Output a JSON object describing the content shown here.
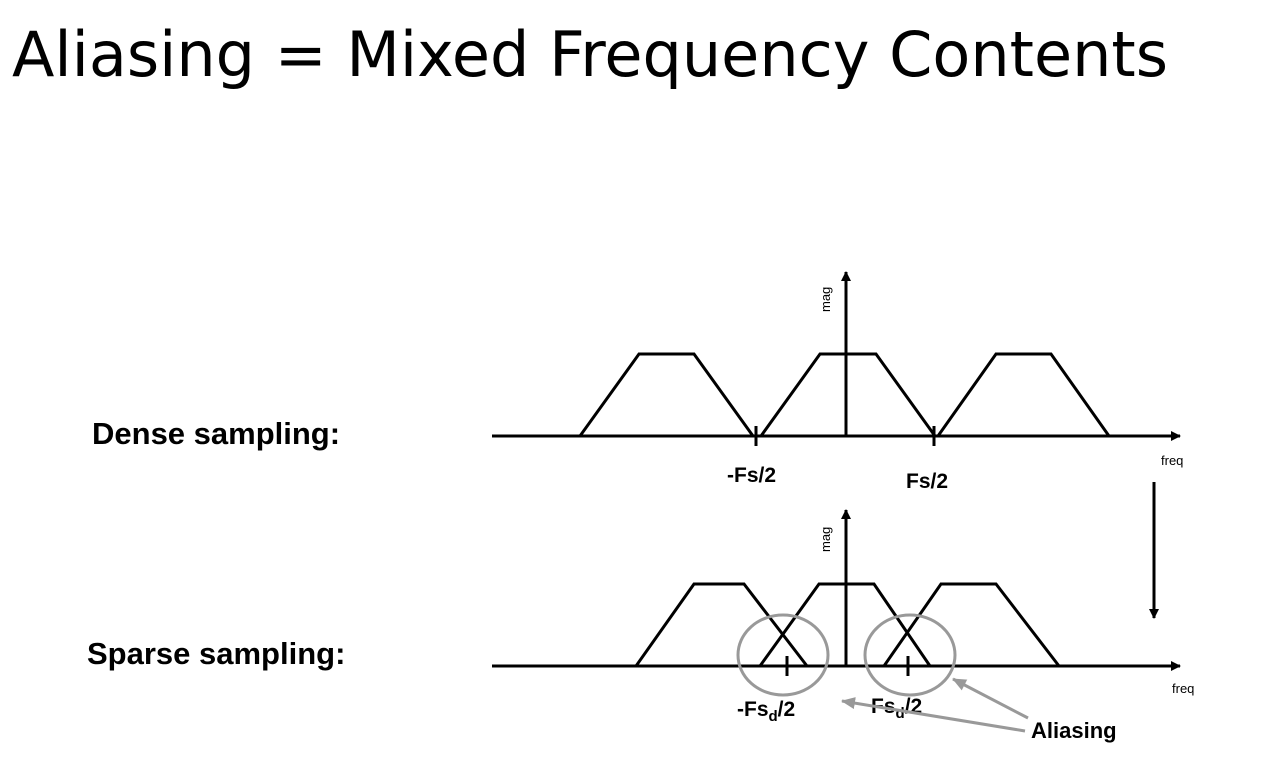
{
  "title": "Aliasing = Mixed Frequency Contents",
  "dense": {
    "label": "Dense sampling:",
    "y_axis_label": "mag",
    "x_axis_label": "freq",
    "neg_tick_label": "-Fs/2",
    "pos_tick_label": "Fs/2"
  },
  "sparse": {
    "label": "Sparse sampling:",
    "y_axis_label": "mag",
    "x_axis_label": "freq",
    "neg_tick_prefix": "-Fs",
    "pos_tick_prefix": "Fs",
    "tick_subscript": "d",
    "tick_suffix": "/2",
    "annotation": "Aliasing"
  },
  "colors": {
    "ink": "#000000",
    "circle": "#999999",
    "annotation_arrow": "#999999"
  }
}
